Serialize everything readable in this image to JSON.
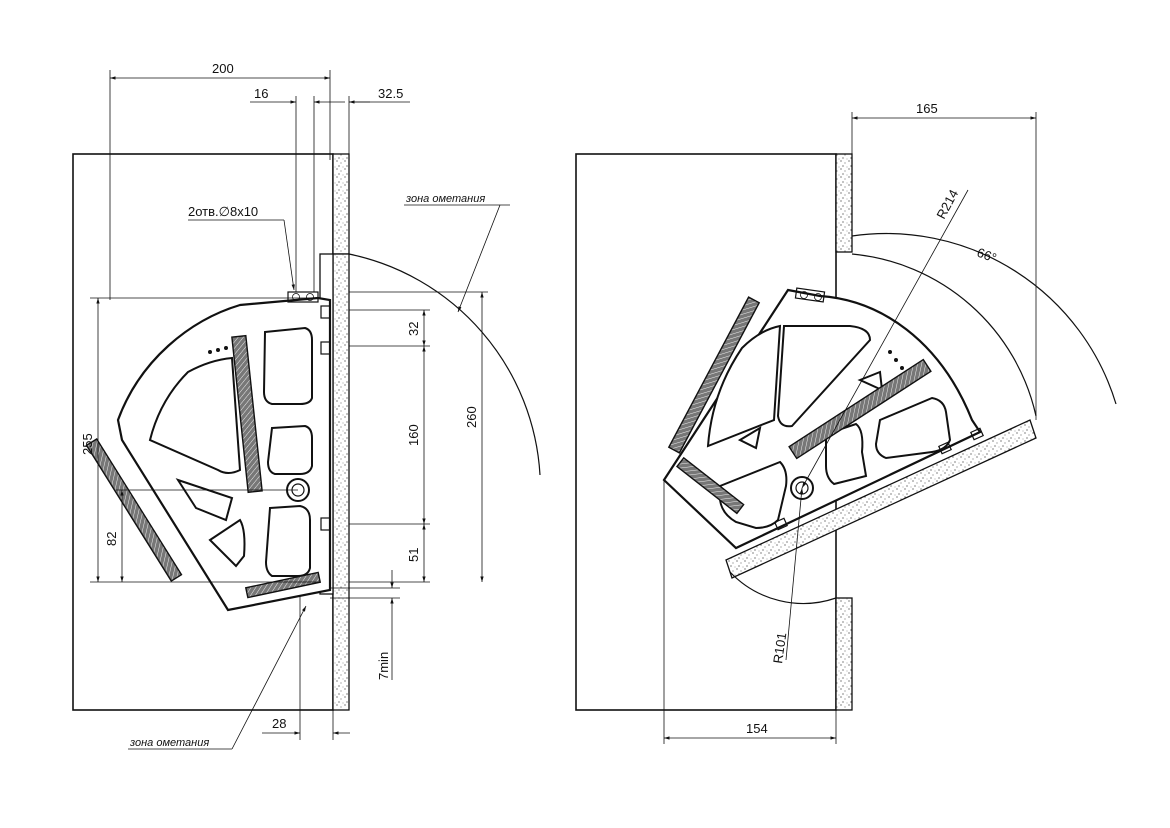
{
  "left_view": {
    "dims": {
      "width_total": "200",
      "hole_offset": "16",
      "panel_thickness": "32.5",
      "holes": "2отв.∅8х10",
      "height_255": "255",
      "height_82": "82",
      "spacing_32": "32",
      "spacing_160": "160",
      "spacing_51": "51",
      "height_260": "260",
      "gap_7min": "7min",
      "offset_28": "28"
    },
    "notes": {
      "sweep_top": "зона ометания",
      "sweep_bottom": "зона ометания"
    }
  },
  "right_view": {
    "dims": {
      "width_165": "165",
      "radius_214": "R214",
      "angle_66": "66°",
      "radius_101": "R101",
      "width_154": "154"
    }
  },
  "colors": {
    "line": "#111111",
    "panel_fill": "#ffffff"
  }
}
